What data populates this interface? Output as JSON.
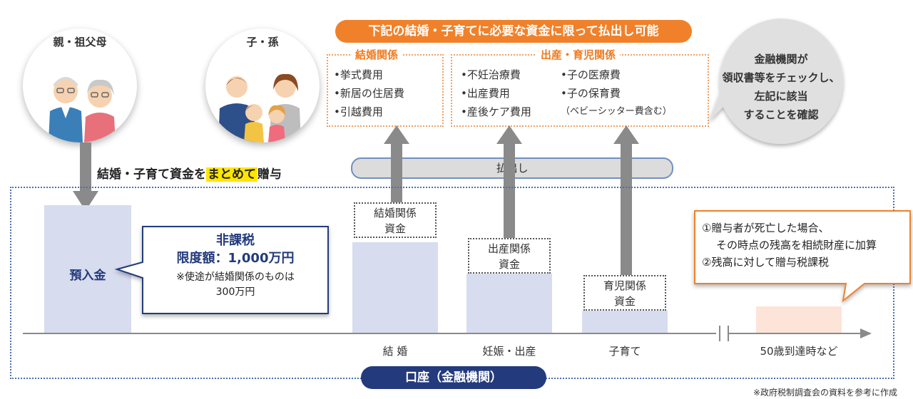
{
  "banner": "下記の結婚・子育てに必要な資金に限って払出し可能",
  "circles": {
    "parents_label": "親・祖父母",
    "children_label": "子・孫"
  },
  "marriage_box": {
    "title": "結婚関係",
    "items": [
      "•挙式費用",
      "•新居の住居費",
      "•引越費用"
    ]
  },
  "childbirth_box": {
    "title": "出産・育児関係",
    "col1": [
      "•不妊治療費",
      "•出産費用",
      "•産後ケア費用"
    ],
    "col2": [
      "•子の医療費",
      "•子の保育費",
      "（ベビーシッター費含む）"
    ]
  },
  "bank_bubble": [
    "金融機関が",
    "領収書等をチェックし、",
    "左記に該当",
    "することを確認"
  ],
  "gift_caption": {
    "before": "結婚・子育て資金を",
    "highlight": "まとめて",
    "after": "贈与"
  },
  "withdraw_label": "払出し",
  "deposit_label": "預入金",
  "tax_box": {
    "title1": "非課税",
    "title2": "限度額：1,000万円",
    "note1": "※使途が結婚関係のものは",
    "note2": "300万円"
  },
  "funds": {
    "marriage": [
      "結婚関係",
      "資金"
    ],
    "birth": [
      "出産関係",
      "資金"
    ],
    "childcare": [
      "育児関係",
      "資金"
    ]
  },
  "termination_bubble": {
    "line1": "①贈与者が死亡した場合、",
    "line2": "その時点の残高を相続財産に加算",
    "line3": "②残高に対して贈与税課税"
  },
  "axis_labels": [
    "結 婚",
    "妊娠・出産",
    "子育て",
    "50歳到達時など"
  ],
  "account_label": "口座（金融機関）",
  "source_note": "※政府税制調査会の資料を参考に作成",
  "colors": {
    "orange": "#f0812a",
    "navy": "#233a7c",
    "bar_fill": "#d7dcee",
    "highlight": "#ffe600"
  }
}
